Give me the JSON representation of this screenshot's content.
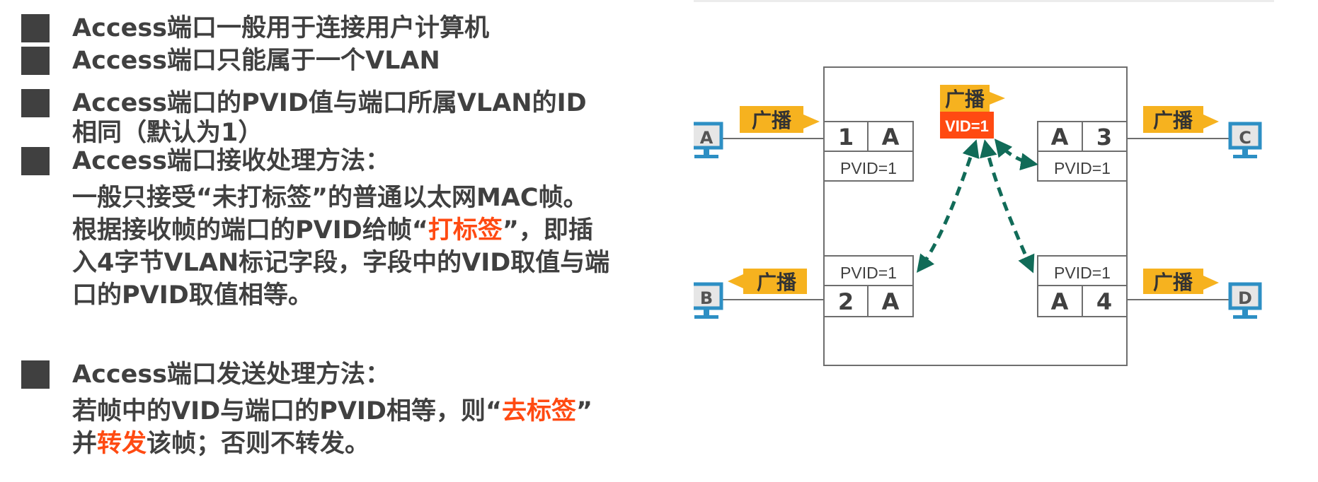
{
  "bullets": [
    {
      "lines": [
        "Access端口一般用于连接用户计算机"
      ]
    },
    {
      "lines": [
        "Access端口只能属于一个VLAN"
      ]
    },
    {
      "lines": [
        "Access端口的PVID值与端口所属VLAN的ID",
        "相同（默认为1）"
      ]
    },
    {
      "lines": [
        "Access端口接收处理方法："
      ],
      "detail": {
        "line1": "一般只接受“未打标签”的普通以太网MAC帧。",
        "line2_a": "根据接收帧的端口的PVID给帧“",
        "line2_hl": "打标签",
        "line2_b": "”，即插",
        "line3": "入4字节VLAN标记字段，字段中的VID取值与端",
        "line4": "口的PVID取值相等。"
      }
    },
    {
      "lines": [
        "Access端口发送处理方法："
      ],
      "detail": {
        "line1_a": "若帧中的VID与端口的PVID相等，则“",
        "line1_hl": "去标签",
        "line1_b": "”",
        "line2_a": "并",
        "line2_hl": "转发",
        "line2_b": "该帧；否则不转发。"
      }
    }
  ],
  "diagram": {
    "broadcast_label": "广播",
    "vid_label": "VID=1",
    "hosts": {
      "a": "A",
      "b": "B",
      "c": "C",
      "d": "D"
    },
    "ports": {
      "p1": {
        "num": "1",
        "type": "A",
        "pvid": "PVID=1"
      },
      "p2": {
        "num": "2",
        "type": "A",
        "pvid": "PVID=1"
      },
      "p3": {
        "num": "3",
        "type": "A",
        "pvid": "PVID=1"
      },
      "p4": {
        "num": "4",
        "type": "A",
        "pvid": "PVID=1"
      }
    },
    "colors": {
      "text": "#404040",
      "highlight": "#ff4a12",
      "arrow_fill": "#f6b21f",
      "vid_fill": "#ff4a12",
      "dashed_arrow": "#116b58",
      "monitor": "#2d8fc4"
    }
  }
}
